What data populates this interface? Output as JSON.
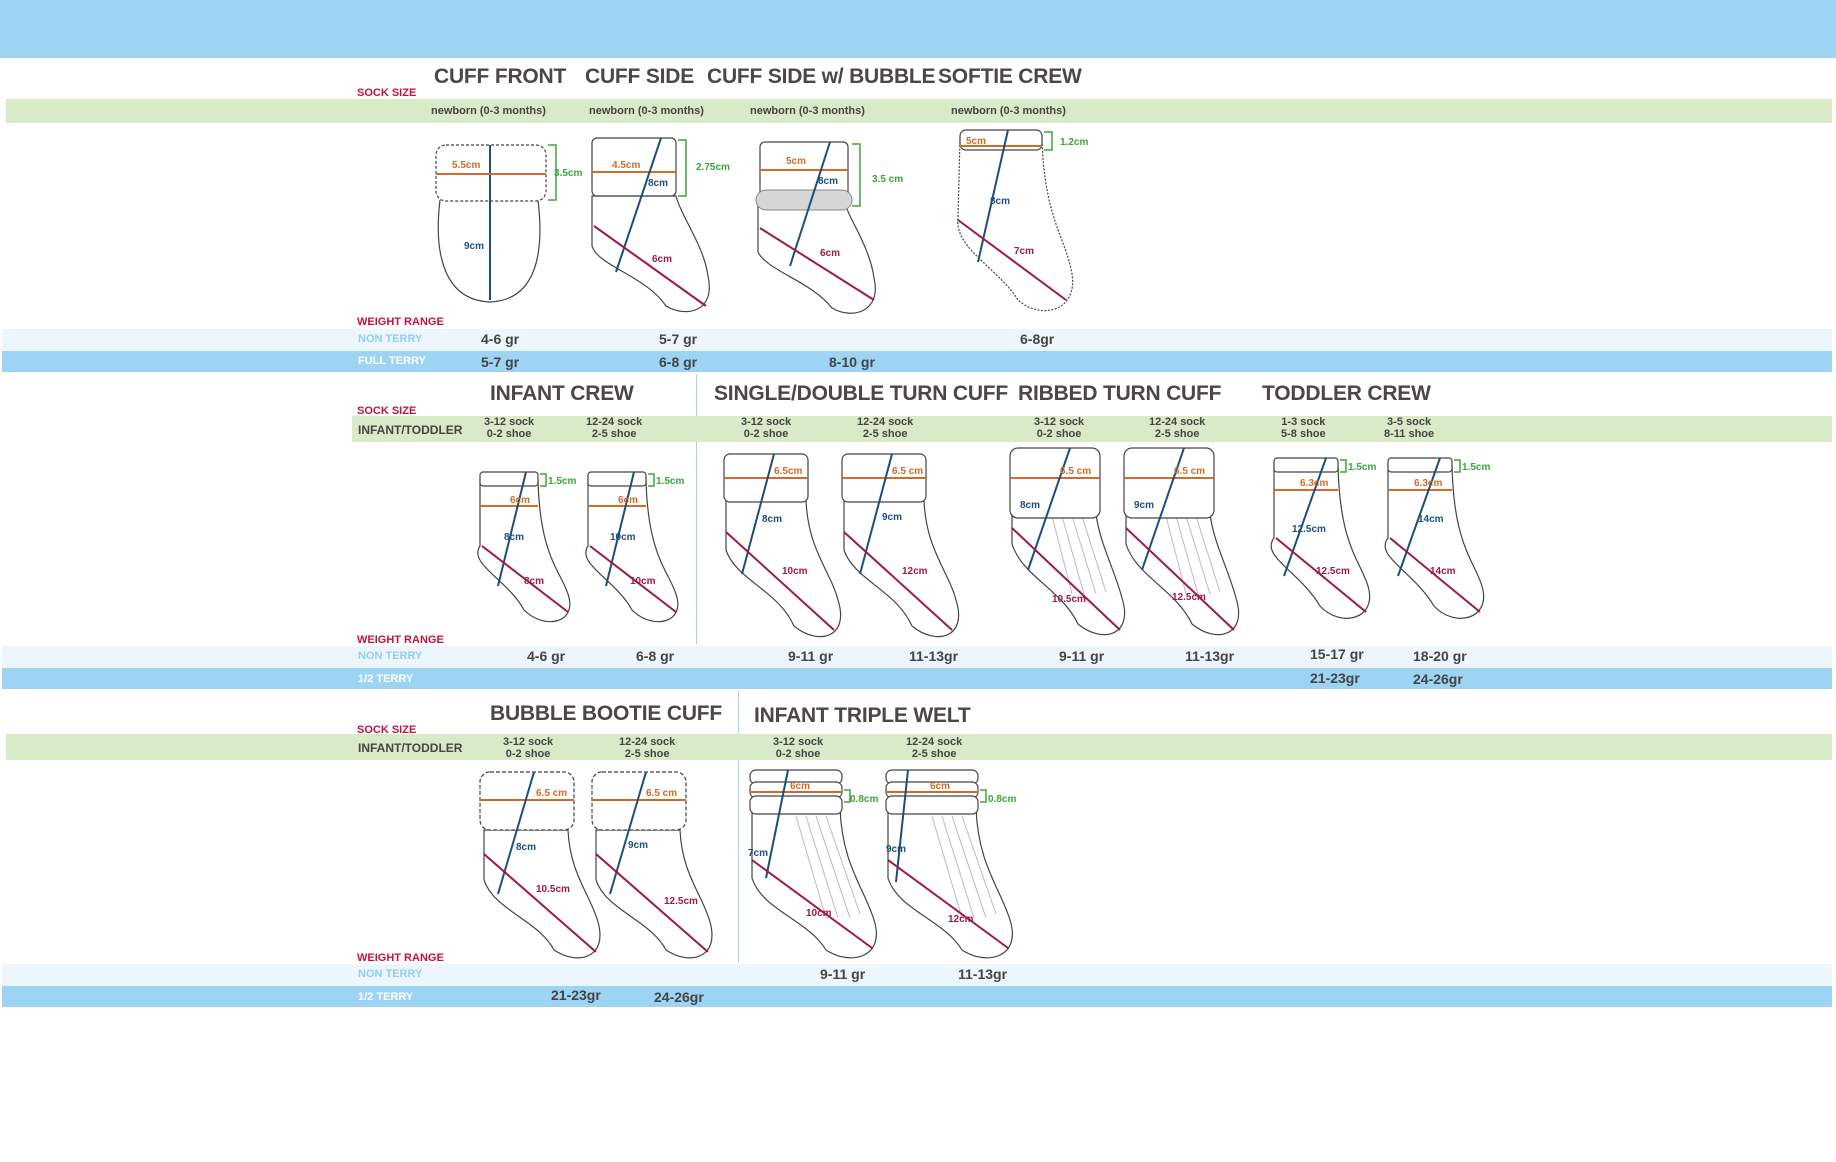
{
  "colors": {
    "header_bar": "#9dd4f4",
    "size_band": "#d8eac7",
    "non_terry_band": "#edf6fc",
    "accent_red": "#c4123f",
    "measure_orange": "#d16b2a",
    "measure_blue": "#1c4e7e",
    "measure_red": "#a01845",
    "measure_green": "#3aa63a"
  },
  "labels": {
    "sock_size": "SOCK SIZE",
    "weight_range": "WEIGHT RANGE",
    "non_terry": "NON TERRY",
    "full_terry": "FULL TERRY",
    "half_terry": "1/2 TERRY",
    "infant_toddler": "INFANT/TODDLER"
  },
  "sections": [
    {
      "titles": [
        "CUFF FRONT",
        "CUFF SIDE",
        "CUFF SIDE w/ BUBBLE",
        "SOFTIE CREW"
      ],
      "sizes": [
        "newborn (0-3 months)",
        "newborn (0-3 months)",
        "newborn (0-3 months)",
        "newborn (0-3 months)"
      ],
      "socks": [
        {
          "name": "cuff-front",
          "width": "5.5cm",
          "cuff": "3.5cm",
          "length": "9cm"
        },
        {
          "name": "cuff-side",
          "width": "4.5cm",
          "cuff": "2.75cm",
          "length": "8cm",
          "foot": "6cm"
        },
        {
          "name": "cuff-side-bubble",
          "width": "5cm",
          "cuff": "3.5 cm",
          "length": "8cm",
          "foot": "6cm"
        },
        {
          "name": "softie-crew",
          "width": "5cm",
          "cuff": "1.2cm",
          "length": "8cm",
          "foot": "7cm"
        }
      ],
      "non_terry": [
        "4-6 gr",
        "5-7 gr",
        "6-8gr"
      ],
      "full_terry": [
        "5-7 gr",
        "6-8 gr",
        "8-10 gr"
      ]
    },
    {
      "titles": [
        "INFANT CREW",
        "SINGLE/DOUBLE TURN CUFF",
        "RIBBED TURN CUFF",
        "TODDLER CREW"
      ],
      "sizes": [
        [
          "3-12 sock",
          "0-2 shoe"
        ],
        [
          "12-24 sock",
          "2-5 shoe"
        ],
        [
          "3-12 sock",
          "0-2 shoe"
        ],
        [
          "12-24 sock",
          "2-5 shoe"
        ],
        [
          "3-12 sock",
          "0-2 shoe"
        ],
        [
          "12-24 sock",
          "2-5 shoe"
        ],
        [
          "1-3 sock",
          "5-8 shoe"
        ],
        [
          "3-5 sock",
          "8-11 shoe"
        ]
      ],
      "socks": [
        {
          "name": "infant-crew-small",
          "width": "6cm",
          "cuff": "1.5cm",
          "length": "8cm",
          "foot": "8cm"
        },
        {
          "name": "infant-crew-large",
          "width": "6cm",
          "cuff": "1.5cm",
          "length": "10cm",
          "foot": "10cm"
        },
        {
          "name": "turn-cuff-small",
          "width": "6.5cm",
          "length": "8cm",
          "foot": "10cm"
        },
        {
          "name": "turn-cuff-large",
          "width": "6.5 cm",
          "length": "9cm",
          "foot": "12cm"
        },
        {
          "name": "ribbed-turn-cuff-small",
          "width": "6.5 cm",
          "length": "8cm",
          "foot": "10.5cm"
        },
        {
          "name": "ribbed-turn-cuff-large",
          "width": "6.5 cm",
          "length": "9cm",
          "foot": "12.5cm"
        },
        {
          "name": "toddler-crew-small",
          "width": "6.3cm",
          "cuff": "1.5cm",
          "length": "12.5cm",
          "foot": "12.5cm"
        },
        {
          "name": "toddler-crew-large",
          "width": "6.3cm",
          "cuff": "1.5cm",
          "length": "14cm",
          "foot": "14cm"
        }
      ],
      "non_terry": [
        "4-6 gr",
        "6-8 gr",
        "9-11 gr",
        "11-13gr",
        "9-11 gr",
        "11-13gr",
        "15-17 gr",
        "18-20 gr"
      ],
      "half_terry": [
        "21-23gr",
        "24-26gr"
      ]
    },
    {
      "titles": [
        "BUBBLE BOOTIE CUFF",
        "INFANT TRIPLE WELT"
      ],
      "sizes": [
        [
          "3-12 sock",
          "0-2 shoe"
        ],
        [
          "12-24 sock",
          "2-5 shoe"
        ],
        [
          "3-12 sock",
          "0-2 shoe"
        ],
        [
          "12-24 sock",
          "2-5 shoe"
        ]
      ],
      "socks": [
        {
          "name": "bubble-bootie-small",
          "width": "6.5 cm",
          "length": "8cm",
          "foot": "10.5cm"
        },
        {
          "name": "bubble-bootie-large",
          "width": "6.5 cm",
          "length": "9cm",
          "foot": "12.5cm"
        },
        {
          "name": "triple-welt-small",
          "width": "6cm",
          "cuff": "0.8cm",
          "length": "7cm",
          "foot": "10cm"
        },
        {
          "name": "triple-welt-large",
          "width": "6cm",
          "cuff": "0.8cm",
          "length": "9cm",
          "foot": "12cm"
        }
      ],
      "non_terry": [
        "9-11 gr",
        "11-13gr"
      ],
      "half_terry": [
        "21-23gr",
        "24-26gr"
      ]
    }
  ]
}
